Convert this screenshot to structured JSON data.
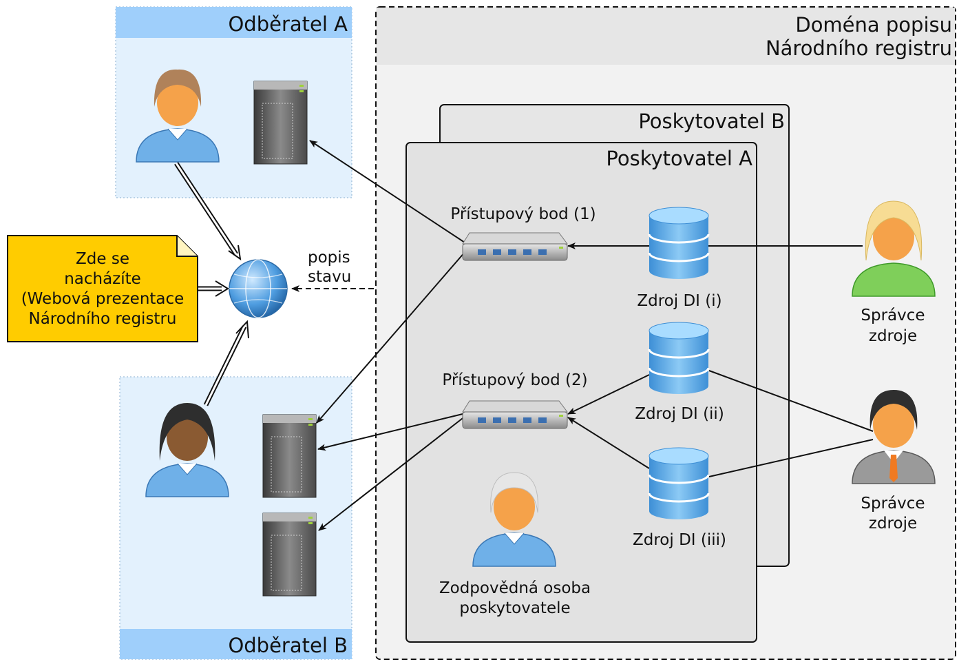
{
  "consumer_a": {
    "title": "Odběratel A"
  },
  "consumer_b": {
    "title": "Odběratel B"
  },
  "domain": {
    "title_line1": "Doména popisu",
    "title_line2": "Národního registru"
  },
  "provider_b": {
    "title": "Poskytovatel B"
  },
  "provider_a": {
    "title": "Poskytovatel A"
  },
  "access_point_1": {
    "label": "Přístupový bod (1)"
  },
  "access_point_2": {
    "label": "Přístupový bod (2)"
  },
  "sources": [
    {
      "label": "Zdroj DI (i)"
    },
    {
      "label": "Zdroj DI (ii)"
    },
    {
      "label": "Zdroj DI (iii)"
    }
  ],
  "admin_1": {
    "line1": "Správce",
    "line2": "zdroje"
  },
  "admin_2": {
    "line1": "Správce",
    "line2": "zdroje"
  },
  "responsible": {
    "line1": "Zodpovědná osoba",
    "line2": "poskytovatele"
  },
  "status_edge": {
    "line1": "popis",
    "line2": "stavu"
  },
  "note": {
    "line1": "Zde se",
    "line2": "nacházíte",
    "line3": "(Webová prezentace",
    "line4": "Národního registru"
  },
  "icons": [
    "user-icon",
    "server-icon",
    "globe-icon",
    "network-switch-icon",
    "database-icon",
    "note-icon"
  ],
  "colors": {
    "consumer_bg": "#e3f1fd",
    "consumer_header": "#9fcffb",
    "domain_bg": "#f2f2f2",
    "provider_bg": "#e2e2e2",
    "note_bg": "#ffcc00"
  }
}
